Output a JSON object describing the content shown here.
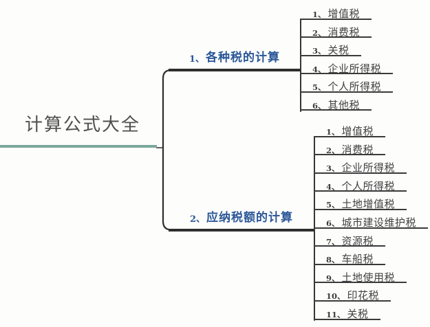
{
  "root": {
    "label": "计算公式大全"
  },
  "branch1": {
    "num": "1、",
    "label": "各种税的计算",
    "leaves": [
      {
        "num": "1、",
        "label": "增值税"
      },
      {
        "num": "2、",
        "label": "消费税"
      },
      {
        "num": "3、",
        "label": "关税"
      },
      {
        "num": "4、",
        "label": "企业所得税"
      },
      {
        "num": "5、",
        "label": "个人所得税"
      },
      {
        "num": "6、",
        "label": "其他税"
      }
    ]
  },
  "branch2": {
    "num": "2、",
    "label": "应纳税额的计算",
    "leaves": [
      {
        "num": "1、",
        "label": "增值税"
      },
      {
        "num": "2、",
        "label": "消费税"
      },
      {
        "num": "3、",
        "label": "企业所得税"
      },
      {
        "num": "4、",
        "label": "个人所得税"
      },
      {
        "num": "5、",
        "label": "土地增值税"
      },
      {
        "num": "6、",
        "label": "城市建设维护税"
      },
      {
        "num": "7、",
        "label": "资源税"
      },
      {
        "num": "8、",
        "label": "车船税"
      },
      {
        "num": "9、",
        "label": "土地使用税"
      },
      {
        "num": "10、",
        "label": "印花税"
      },
      {
        "num": "11、",
        "label": "关税"
      }
    ]
  },
  "colors": {
    "root_underline_teal": "#7aa79b",
    "branch_text_blue": "#2b5797",
    "connector_dark": "#2e2e2e",
    "leaf_line_dark": "#3a3a3a"
  }
}
